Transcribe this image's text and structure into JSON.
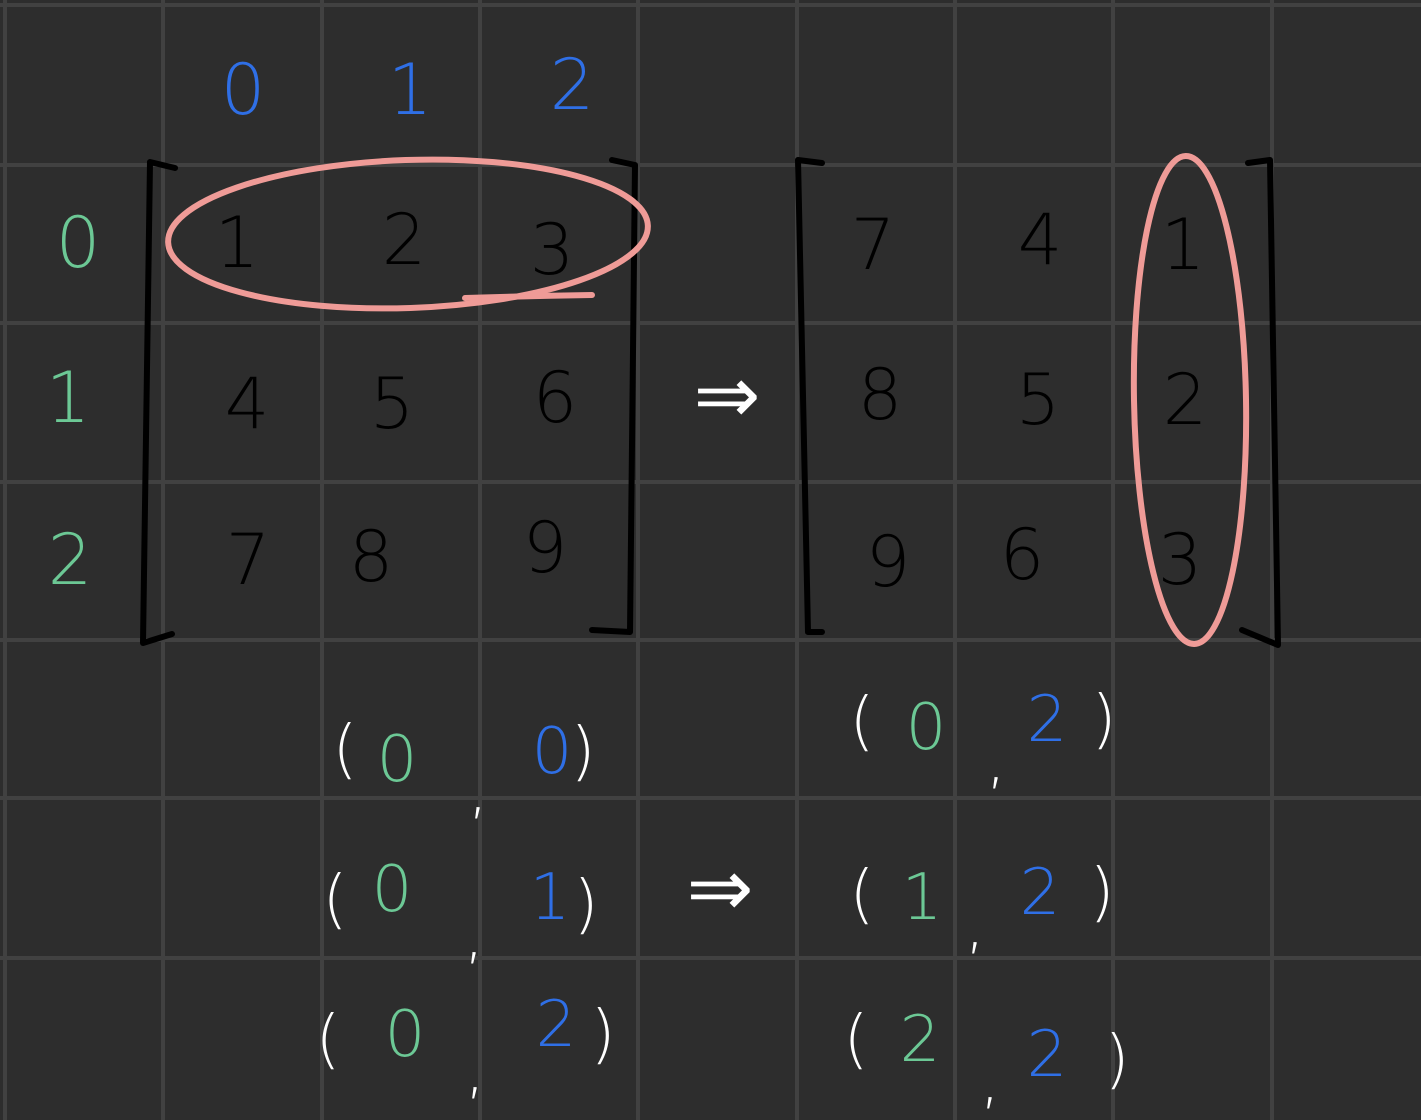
{
  "colors": {
    "background": "#2d2d2d",
    "grid": "#414141",
    "row_index": "#6cc895",
    "col_index": "#2f6fe6",
    "matrix_ink": "#000000",
    "highlight": "#ef9b97",
    "white_ink": "#ffffff"
  },
  "column_indices": [
    "0",
    "1",
    "2"
  ],
  "row_indices": [
    "0",
    "1",
    "2"
  ],
  "left_matrix": [
    [
      "1",
      "2",
      "3"
    ],
    [
      "4",
      "5",
      "6"
    ],
    [
      "7",
      "8",
      "9"
    ]
  ],
  "right_matrix": [
    [
      "7",
      "4",
      "1"
    ],
    [
      "8",
      "5",
      "2"
    ],
    [
      "9",
      "6",
      "3"
    ]
  ],
  "arrows": [
    "⇒",
    "⇒"
  ],
  "coordinate_pairs": {
    "from": [
      {
        "row": "0",
        "col": "0"
      },
      {
        "row": "0",
        "col": "1"
      },
      {
        "row": "0",
        "col": "2"
      }
    ],
    "to": [
      {
        "row": "0",
        "col": "2"
      },
      {
        "row": "1",
        "col": "2"
      },
      {
        "row": "2",
        "col": "2"
      }
    ]
  },
  "punctuation": {
    "open": "(",
    "close": ")",
    "comma": ","
  }
}
